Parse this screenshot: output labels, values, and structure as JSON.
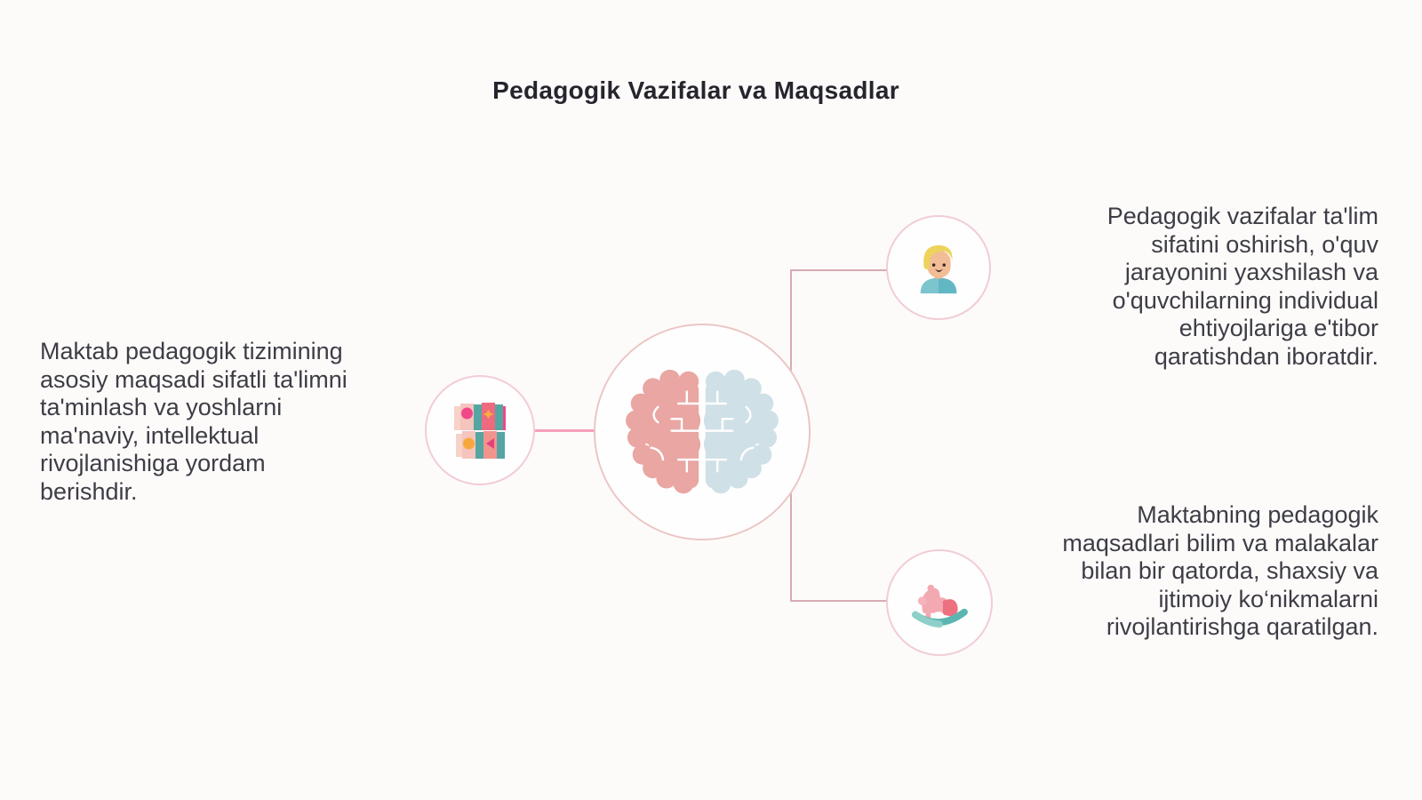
{
  "header": {
    "title": "Pedagogik Vazifalar va Maqsadlar"
  },
  "nodes": {
    "left_paragraph": "Maktab pedagogik tizimining asosiy maqsadi sifatli ta'limni ta'minlash va yoshlarni ma'naviy, intellektual rivojlanishiga yordam berishdir.",
    "top_right_paragraph": "Pedagogik vazifalar ta'lim sifatini oshirish, o'quv jarayonini yaxshilash va o'quvchilarning individual ehtiyojlariga e'tibor qaratishdan iboratdir.",
    "bottom_right_paragraph": "Maktabning pedagogik maqsadlari bilim va malakalar bilan bir qatorda, shaxsiy va ijtimoiy ko‘nikmalarni rivojlantirishga qaratilgan."
  },
  "icons": {
    "center": "brain-icon",
    "left": "books-icon",
    "top_right": "student-avatar-icon",
    "bottom_right": "rocking-horse-icon"
  },
  "colors": {
    "background": "#fdfbfa",
    "title_text": "#26252d",
    "body_text": "#3e3d46",
    "circle_border_center": "#eac7c5",
    "circle_border_outer": "#f2ccd5",
    "connector_left": "#f89fbb",
    "connector_right": "#d6acb2",
    "brain_left_hemisphere": "#e9a6a2",
    "brain_right_hemisphere": "#cfe0e7",
    "teal_accent": "#55a6a3",
    "pink_accent": "#f0478a",
    "orange_accent": "#f7a83c",
    "coral_accent": "#ee6a7f"
  }
}
